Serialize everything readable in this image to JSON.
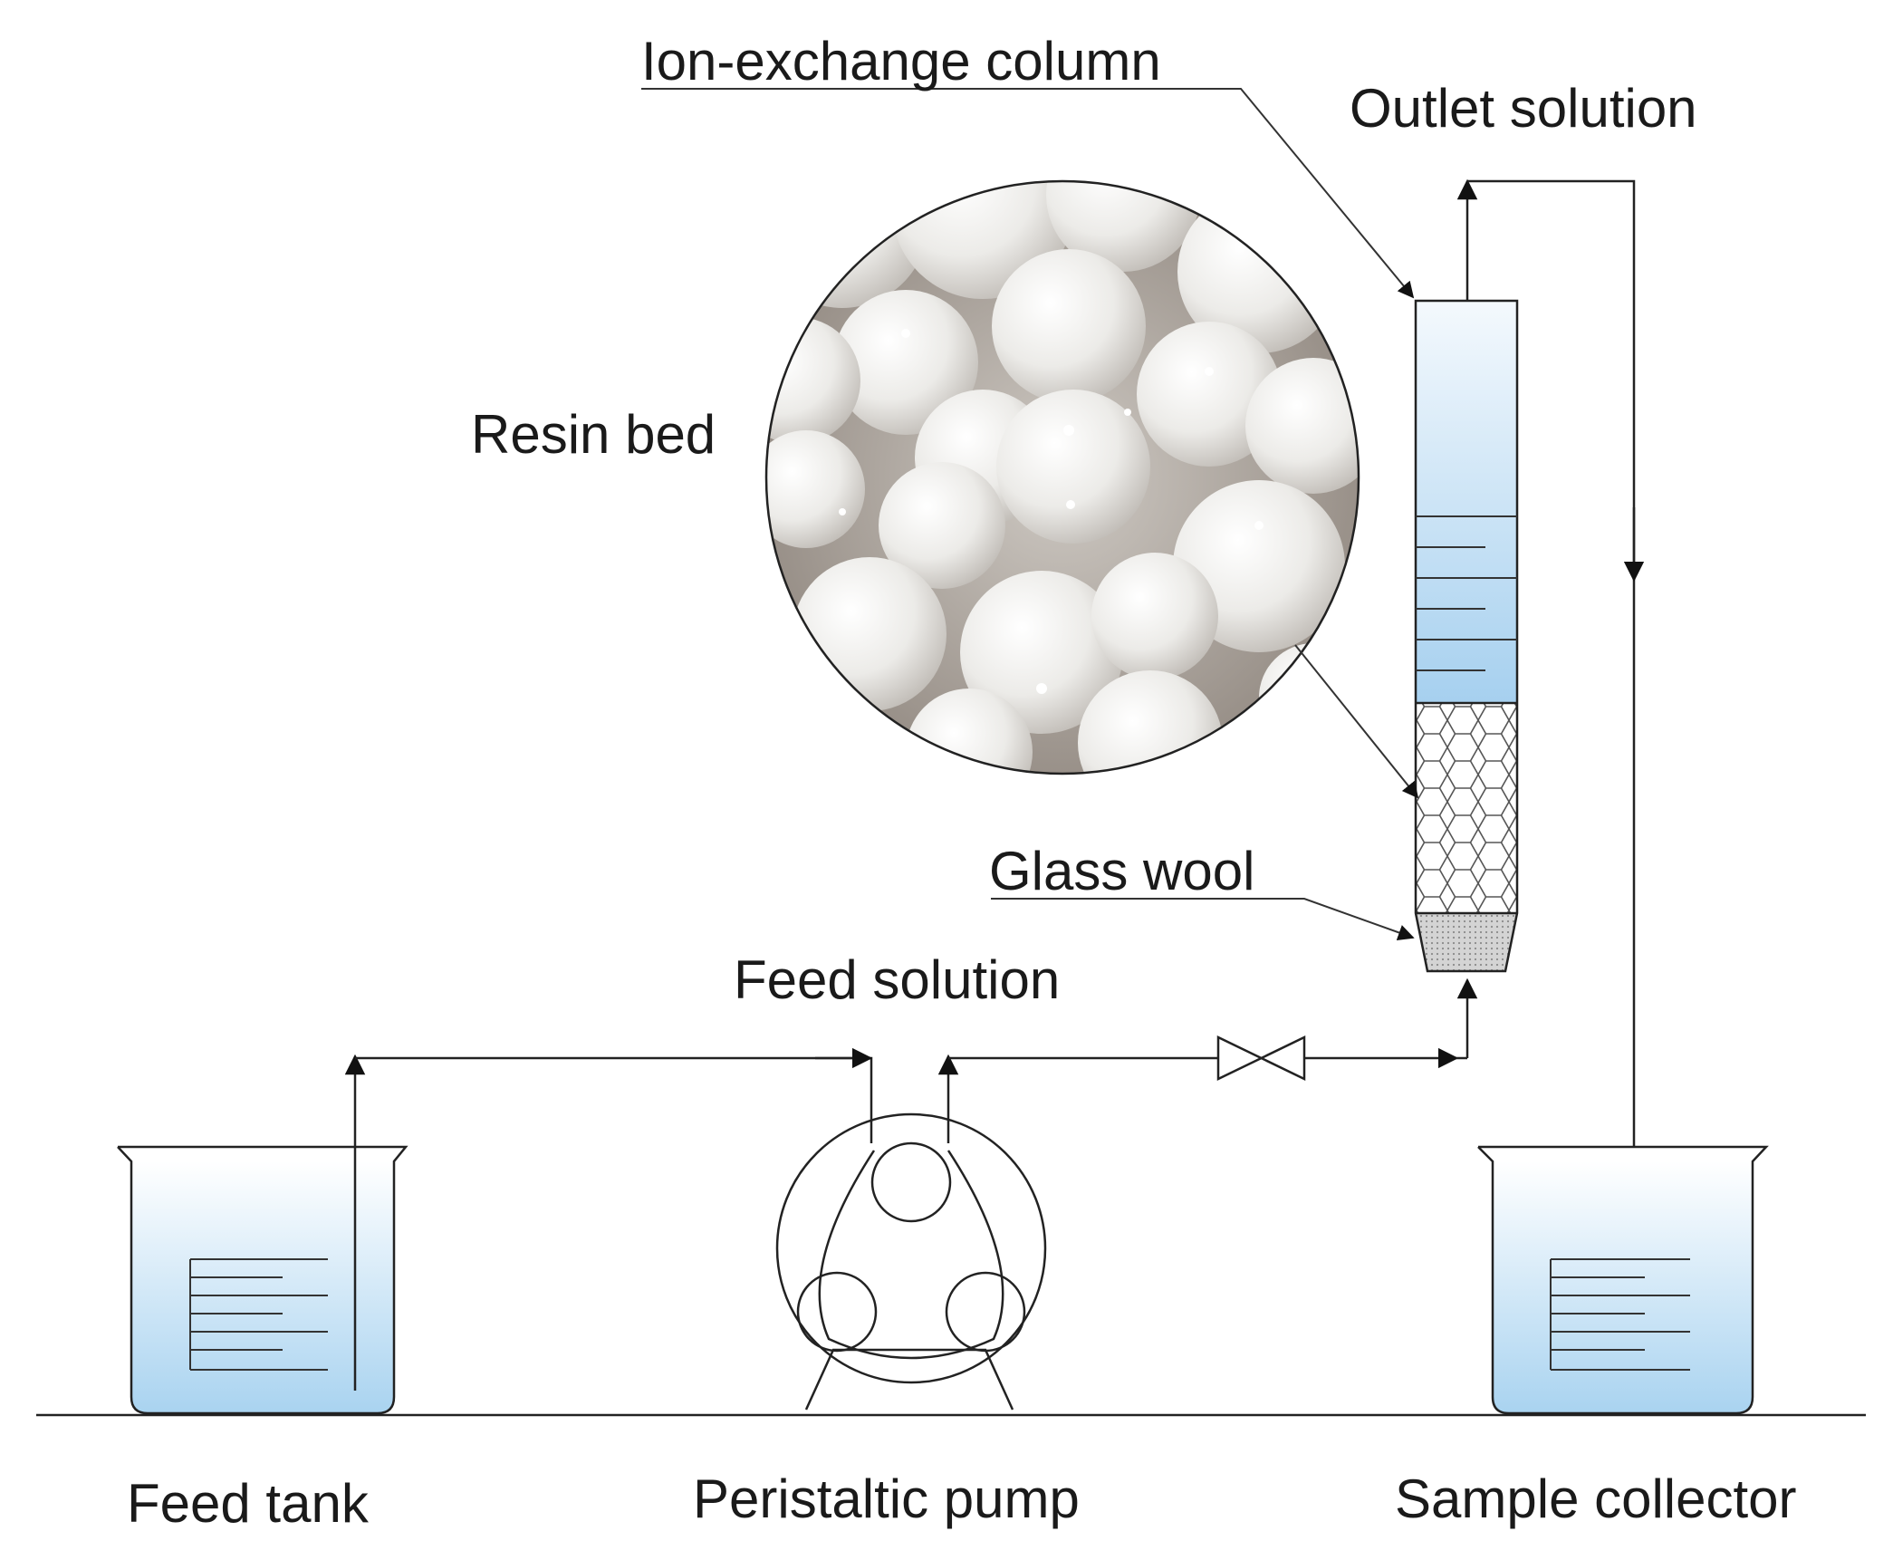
{
  "labels": {
    "ion_exchange_column": "Ion-exchange column",
    "outlet_solution": "Outlet solution",
    "resin_bed": "Resin bed",
    "glass_wool": "Glass wool",
    "feed_solution": "Feed solution",
    "feed_tank": "Feed tank",
    "peristaltic_pump": "Peristaltic pump",
    "sample_collector": "Sample collector"
  },
  "colors": {
    "liquid_top": "#ffffff",
    "liquid_bottom": "#a9d3f0",
    "line": "#222222",
    "bead": "#efedea",
    "bead_shadow": "#9a918a",
    "glass_wool": "#cfcfcf"
  },
  "icons": [
    "beaker-icon",
    "pump-icon",
    "valve-icon",
    "column-icon",
    "resin-magnifier-icon"
  ]
}
